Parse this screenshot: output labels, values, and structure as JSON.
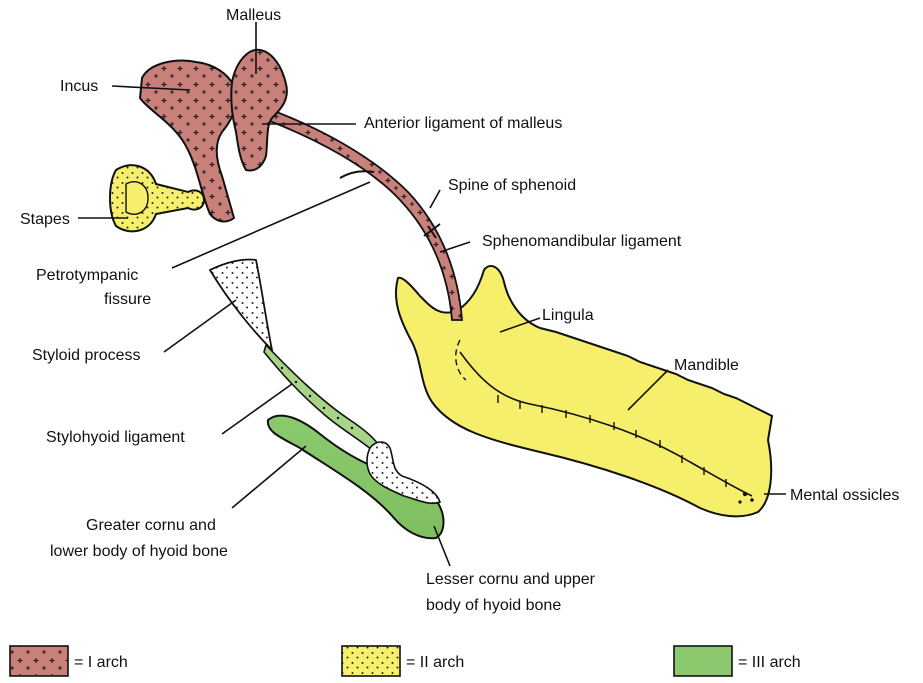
{
  "colors": {
    "arch1": "#c97f7a",
    "arch2": "#f5ef6b",
    "arch3": "#8cc96e",
    "outline": "#111111"
  },
  "labels": {
    "malleus": "Malleus",
    "incus": "Incus",
    "anterior_ligament": "Anterior ligament of malleus",
    "stapes": "Stapes",
    "spine_of_sphenoid": "Spine of sphenoid",
    "sphenomandibular": "Sphenomandibular ligament",
    "petrotympanic_line1": "Petrotympanic",
    "petrotympanic_line2": "fissure",
    "lingula": "Lingula",
    "mandible": "Mandible",
    "styloid": "Styloid process",
    "stylohyoid": "Stylohyoid ligament",
    "mental_ossicles": "Mental ossicles",
    "greater_cornu_line1": "Greater cornu and",
    "greater_cornu_line2": "lower body of hyoid bone",
    "lesser_cornu_line1": "Lesser cornu and upper",
    "lesser_cornu_line2": "body of hyoid bone"
  },
  "legend": [
    {
      "text": "= I arch",
      "pattern": "crosses"
    },
    {
      "text": "= II arch",
      "pattern": "dots"
    },
    {
      "text": "= III arch",
      "pattern": "plain"
    }
  ]
}
